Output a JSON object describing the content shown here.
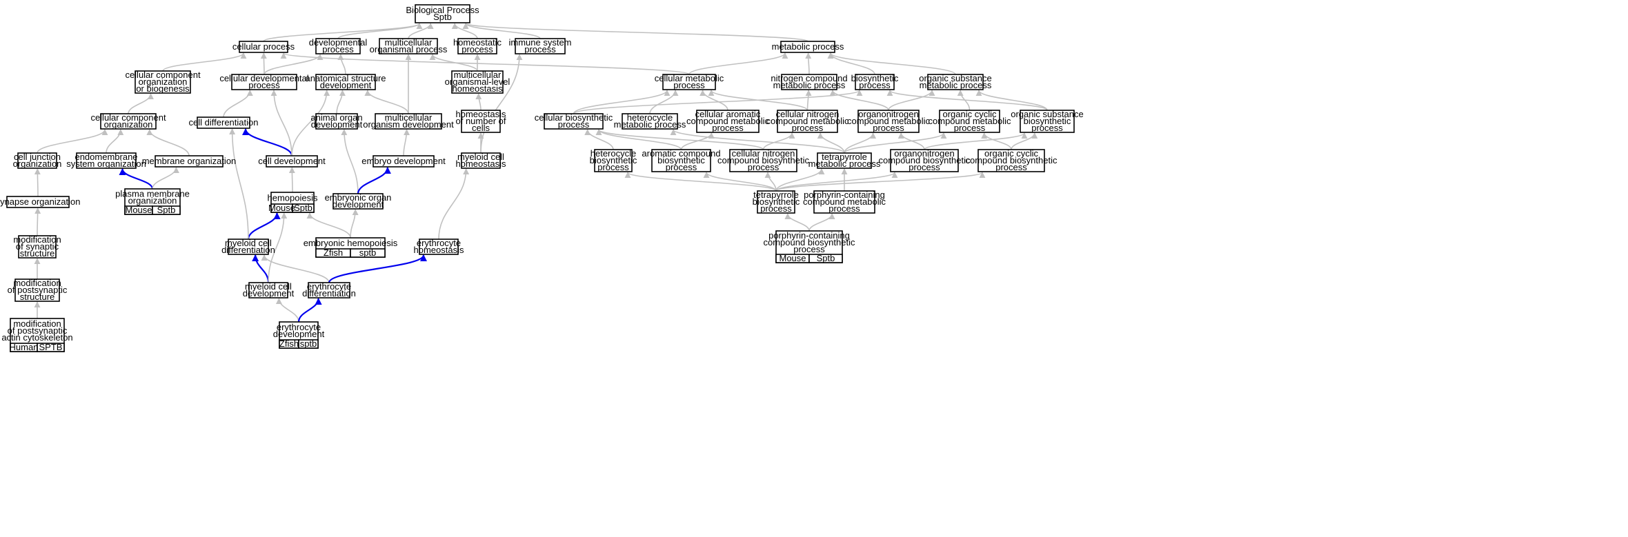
{
  "colors": {
    "edge": "#c0c0c0",
    "highlight_edge": "#0000ee",
    "human": "#f36047",
    "mouse": "#add8e6",
    "zfish": "#6495ed"
  },
  "nodes": [
    {
      "id": "bp",
      "lines": [
        "Biological Process",
        "Sptb"
      ]
    },
    {
      "id": "cellular_process",
      "lines": [
        "cellular process"
      ]
    },
    {
      "id": "developmental_process",
      "lines": [
        "developmental",
        "process"
      ]
    },
    {
      "id": "multicellular_organismal_process",
      "lines": [
        "multicellular",
        "organismal process"
      ]
    },
    {
      "id": "homeostatic_process",
      "lines": [
        "homeostatic",
        "process"
      ]
    },
    {
      "id": "immune_system_process",
      "lines": [
        "immune system",
        "process"
      ]
    },
    {
      "id": "metabolic_process",
      "lines": [
        "metabolic process"
      ]
    },
    {
      "id": "ccob",
      "lines": [
        "cellular component",
        "organization",
        "or biogenesis"
      ]
    },
    {
      "id": "cellular_developmental_process",
      "lines": [
        "cellular developmental",
        "process"
      ]
    },
    {
      "id": "anatomical_structure_development",
      "lines": [
        "anatomical structure",
        "development"
      ]
    },
    {
      "id": "multicellular_organismal_homeostasis",
      "lines": [
        "multicellular",
        "organismal-level",
        "homeostasis"
      ]
    },
    {
      "id": "cellular_metabolic_process",
      "lines": [
        "cellular metabolic",
        "process"
      ]
    },
    {
      "id": "nitrogen_compound_metabolic_process",
      "lines": [
        "nitrogen compound",
        "metabolic process"
      ]
    },
    {
      "id": "biosynthetic_process",
      "lines": [
        "biosynthetic",
        "process"
      ]
    },
    {
      "id": "organic_substance_metabolic_process",
      "lines": [
        "organic substance",
        "metabolic process"
      ]
    },
    {
      "id": "cellular_component_organization",
      "lines": [
        "cellular component",
        "organization"
      ]
    },
    {
      "id": "cell_differentiation",
      "lines": [
        "cell differentiation"
      ]
    },
    {
      "id": "animal_organ_development",
      "lines": [
        "animal organ",
        "development"
      ]
    },
    {
      "id": "multicellular_organism_development",
      "lines": [
        "multicellular",
        "organism development"
      ]
    },
    {
      "id": "homeostasis_of_number_of_cells",
      "lines": [
        "homeostasis",
        "of number of",
        "cells"
      ]
    },
    {
      "id": "cellular_biosynthetic_process",
      "lines": [
        "cellular biosynthetic",
        "process"
      ]
    },
    {
      "id": "heterocycle_metabolic_process",
      "lines": [
        "heterocycle",
        "metabolic process"
      ]
    },
    {
      "id": "cellular_aromatic_compound_metabolic_process",
      "lines": [
        "cellular aromatic",
        "compound metabolic",
        "process"
      ]
    },
    {
      "id": "cellular_nitrogen_compound_metabolic_process",
      "lines": [
        "cellular nitrogen",
        "compound metabolic",
        "process"
      ]
    },
    {
      "id": "organonitrogen_compound_metabolic_process",
      "lines": [
        "organonitrogen",
        "compound metabolic",
        "process"
      ]
    },
    {
      "id": "organic_cyclic_compound_metabolic_process",
      "lines": [
        "organic cyclic",
        "compound metabolic",
        "process"
      ]
    },
    {
      "id": "organic_substance_biosynthetic_process",
      "lines": [
        "organic substance",
        "biosynthetic",
        "process"
      ]
    },
    {
      "id": "cell_junction_organization",
      "lines": [
        "cell junction",
        "organization"
      ]
    },
    {
      "id": "endomembrane_system_organization",
      "lines": [
        "endomembrane",
        "system organization"
      ]
    },
    {
      "id": "membrane_organization",
      "lines": [
        "membrane organization"
      ]
    },
    {
      "id": "cell_development",
      "lines": [
        "cell development"
      ]
    },
    {
      "id": "embryo_development",
      "lines": [
        "embryo development"
      ]
    },
    {
      "id": "myeloid_cell_homeostasis",
      "lines": [
        "myeloid cell",
        "homeostasis"
      ]
    },
    {
      "id": "heterocycle_biosynthetic_process",
      "lines": [
        "heterocycle",
        "biosynthetic",
        "process"
      ]
    },
    {
      "id": "aromatic_compound_biosynthetic_process",
      "lines": [
        "aromatic compound",
        "biosynthetic",
        "process"
      ]
    },
    {
      "id": "cellular_nitrogen_compound_biosynthetic_process",
      "lines": [
        "cellular nitrogen",
        "compound biosynthetic",
        "process"
      ]
    },
    {
      "id": "tetrapyrrole_metabolic_process",
      "lines": [
        "tetrapyrrole",
        "metabolic process"
      ]
    },
    {
      "id": "organonitrogen_compound_biosynthetic_process",
      "lines": [
        "organonitrogen",
        "compound biosynthetic",
        "process"
      ]
    },
    {
      "id": "organic_cyclic_compound_biosynthetic_process",
      "lines": [
        "organic cyclic",
        "compound biosynthetic",
        "process"
      ]
    },
    {
      "id": "synapse_organization",
      "lines": [
        "synapse organization"
      ]
    },
    {
      "id": "plasma_membrane_organization",
      "lines": [
        "plasma membrane",
        "organization"
      ],
      "annotation": [
        "Mouse",
        "Sptb"
      ],
      "species": "mouse"
    },
    {
      "id": "hemopoiesis",
      "lines": [
        "hemopoiesis"
      ],
      "annotation": [
        "Mouse",
        "Sptb"
      ],
      "species": "mouse"
    },
    {
      "id": "embryonic_organ_development",
      "lines": [
        "embryonic organ",
        "development"
      ]
    },
    {
      "id": "tetrapyrrole_biosynthetic_process",
      "lines": [
        "tetrapyrrole",
        "biosynthetic",
        "process"
      ]
    },
    {
      "id": "porphyrin_containing_compound_metabolic_process",
      "lines": [
        "porphyrin-containing",
        "compound metabolic",
        "process"
      ]
    },
    {
      "id": "modification_of_synaptic_structure",
      "lines": [
        "modification",
        "of synaptic",
        "structure"
      ]
    },
    {
      "id": "myeloid_cell_differentiation",
      "lines": [
        "myeloid cell",
        "differentiation"
      ]
    },
    {
      "id": "embryonic_hemopoiesis",
      "lines": [
        "embryonic hemopoiesis"
      ],
      "annotation": [
        "Zfish",
        "sptb"
      ],
      "species": "zfish"
    },
    {
      "id": "erythrocyte_homeostasis",
      "lines": [
        "erythrocyte",
        "homeostasis"
      ]
    },
    {
      "id": "porphyrin_containing_compound_biosynthetic_process",
      "lines": [
        "porphyrin-containing",
        "compound biosynthetic",
        "process"
      ],
      "annotation": [
        "Mouse",
        "Sptb"
      ],
      "species": "mouse"
    },
    {
      "id": "modification_of_postsynaptic_structure",
      "lines": [
        "modification",
        "of postsynaptic",
        "structure"
      ]
    },
    {
      "id": "myeloid_cell_development",
      "lines": [
        "myeloid cell",
        "development"
      ]
    },
    {
      "id": "erythrocyte_differentiation",
      "lines": [
        "erythrocyte",
        "differentiation"
      ]
    },
    {
      "id": "modification_of_postsynaptic_actin_cytoskeleton",
      "lines": [
        "modification",
        "of postsynaptic",
        "actin cytoskeleton"
      ],
      "annotation": [
        "Human",
        "SPTB"
      ],
      "species": "human"
    },
    {
      "id": "erythrocyte_development",
      "lines": [
        "erythrocyte",
        "development"
      ],
      "annotation": [
        "Zfish",
        "sptb"
      ],
      "species": "zfish"
    }
  ],
  "edges": [
    {
      "from": "cellular_process",
      "to": "bp"
    },
    {
      "from": "developmental_process",
      "to": "bp"
    },
    {
      "from": "multicellular_organismal_process",
      "to": "bp"
    },
    {
      "from": "homeostatic_process",
      "to": "bp"
    },
    {
      "from": "immune_system_process",
      "to": "bp"
    },
    {
      "from": "metabolic_process",
      "to": "bp"
    },
    {
      "from": "ccob",
      "to": "cellular_process"
    },
    {
      "from": "cellular_developmental_process",
      "to": "cellular_process"
    },
    {
      "from": "cellular_developmental_process",
      "to": "developmental_process"
    },
    {
      "from": "anatomical_structure_development",
      "to": "developmental_process"
    },
    {
      "from": "cellular_metabolic_process",
      "to": "cellular_process"
    },
    {
      "from": "cellular_metabolic_process",
      "to": "metabolic_process"
    },
    {
      "from": "multicellular_organismal_homeostasis",
      "to": "homeostatic_process"
    },
    {
      "from": "multicellular_organismal_homeostasis",
      "to": "multicellular_organismal_process"
    },
    {
      "from": "nitrogen_compound_metabolic_process",
      "to": "metabolic_process"
    },
    {
      "from": "biosynthetic_process",
      "to": "metabolic_process"
    },
    {
      "from": "organic_substance_metabolic_process",
      "to": "metabolic_process"
    },
    {
      "from": "cellular_component_organization",
      "to": "ccob"
    },
    {
      "from": "cell_differentiation",
      "to": "cellular_developmental_process"
    },
    {
      "from": "animal_organ_development",
      "to": "anatomical_structure_development"
    },
    {
      "from": "multicellular_organism_development",
      "to": "anatomical_structure_development"
    },
    {
      "from": "multicellular_organism_development",
      "to": "multicellular_organismal_process"
    },
    {
      "from": "homeostasis_of_number_of_cells",
      "to": "multicellular_organismal_homeostasis"
    },
    {
      "from": "cellular_biosynthetic_process",
      "to": "cellular_metabolic_process"
    },
    {
      "from": "cellular_biosynthetic_process",
      "to": "biosynthetic_process"
    },
    {
      "from": "heterocycle_metabolic_process",
      "to": "cellular_metabolic_process"
    },
    {
      "from": "cellular_aromatic_compound_metabolic_process",
      "to": "cellular_metabolic_process"
    },
    {
      "from": "cellular_nitrogen_compound_metabolic_process",
      "to": "cellular_metabolic_process"
    },
    {
      "from": "cellular_nitrogen_compound_metabolic_process",
      "to": "nitrogen_compound_metabolic_process"
    },
    {
      "from": "organonitrogen_compound_metabolic_process",
      "to": "nitrogen_compound_metabolic_process"
    },
    {
      "from": "organonitrogen_compound_metabolic_process",
      "to": "organic_substance_metabolic_process"
    },
    {
      "from": "organic_cyclic_compound_metabolic_process",
      "to": "organic_substance_metabolic_process"
    },
    {
      "from": "organic_substance_biosynthetic_process",
      "to": "organic_substance_metabolic_process"
    },
    {
      "from": "organic_substance_biosynthetic_process",
      "to": "biosynthetic_process"
    },
    {
      "from": "cell_junction_organization",
      "to": "cellular_component_organization"
    },
    {
      "from": "endomembrane_system_organization",
      "to": "cellular_component_organization"
    },
    {
      "from": "membrane_organization",
      "to": "cellular_component_organization"
    },
    {
      "from": "cell_development",
      "to": "cell_differentiation",
      "hl": true
    },
    {
      "from": "cell_development",
      "to": "cellular_developmental_process"
    },
    {
      "from": "cell_development",
      "to": "anatomical_structure_development"
    },
    {
      "from": "embryo_development",
      "to": "multicellular_organism_development"
    },
    {
      "from": "myeloid_cell_homeostasis",
      "to": "homeostasis_of_number_of_cells"
    },
    {
      "from": "myeloid_cell_homeostasis",
      "to": "immune_system_process"
    },
    {
      "from": "heterocycle_biosynthetic_process",
      "to": "cellular_biosynthetic_process"
    },
    {
      "from": "aromatic_compound_biosynthetic_process",
      "to": "cellular_biosynthetic_process"
    },
    {
      "from": "aromatic_compound_biosynthetic_process",
      "to": "cellular_aromatic_compound_metabolic_process"
    },
    {
      "from": "cellular_nitrogen_compound_biosynthetic_process",
      "to": "cellular_biosynthetic_process"
    },
    {
      "from": "cellular_nitrogen_compound_biosynthetic_process",
      "to": "cellular_nitrogen_compound_metabolic_process"
    },
    {
      "from": "tetrapyrrole_metabolic_process",
      "to": "heterocycle_metabolic_process"
    },
    {
      "from": "tetrapyrrole_metabolic_process",
      "to": "organonitrogen_compound_metabolic_process"
    },
    {
      "from": "tetrapyrrole_metabolic_process",
      "to": "cellular_nitrogen_compound_metabolic_process"
    },
    {
      "from": "tetrapyrrole_metabolic_process",
      "to": "organic_cyclic_compound_metabolic_process"
    },
    {
      "from": "organonitrogen_compound_biosynthetic_process",
      "to": "organonitrogen_compound_metabolic_process"
    },
    {
      "from": "organonitrogen_compound_biosynthetic_process",
      "to": "organic_substance_biosynthetic_process"
    },
    {
      "from": "organic_cyclic_compound_biosynthetic_process",
      "to": "organic_cyclic_compound_metabolic_process"
    },
    {
      "from": "organic_cyclic_compound_biosynthetic_process",
      "to": "organic_substance_biosynthetic_process"
    },
    {
      "from": "synapse_organization",
      "to": "cell_junction_organization"
    },
    {
      "from": "plasma_membrane_organization",
      "to": "endomembrane_system_organization",
      "hl": true
    },
    {
      "from": "plasma_membrane_organization",
      "to": "membrane_organization"
    },
    {
      "from": "hemopoiesis",
      "to": "cell_development"
    },
    {
      "from": "embryonic_organ_development",
      "to": "animal_organ_development"
    },
    {
      "from": "embryonic_organ_development",
      "to": "embryo_development",
      "hl": true
    },
    {
      "from": "tetrapyrrole_biosynthetic_process",
      "to": "tetrapyrrole_metabolic_process"
    },
    {
      "from": "tetrapyrrole_biosynthetic_process",
      "to": "heterocycle_biosynthetic_process"
    },
    {
      "from": "tetrapyrrole_biosynthetic_process",
      "to": "aromatic_compound_biosynthetic_process"
    },
    {
      "from": "tetrapyrrole_biosynthetic_process",
      "to": "cellular_nitrogen_compound_biosynthetic_process"
    },
    {
      "from": "tetrapyrrole_biosynthetic_process",
      "to": "organonitrogen_compound_biosynthetic_process"
    },
    {
      "from": "tetrapyrrole_biosynthetic_process",
      "to": "organic_cyclic_compound_biosynthetic_process"
    },
    {
      "from": "porphyrin_containing_compound_metabolic_process",
      "to": "tetrapyrrole_metabolic_process"
    },
    {
      "from": "modification_of_synaptic_structure",
      "to": "synapse_organization"
    },
    {
      "from": "myeloid_cell_differentiation",
      "to": "hemopoiesis",
      "hl": true
    },
    {
      "from": "myeloid_cell_differentiation",
      "to": "cell_differentiation"
    },
    {
      "from": "embryonic_hemopoiesis",
      "to": "hemopoiesis"
    },
    {
      "from": "embryonic_hemopoiesis",
      "to": "embryonic_organ_development"
    },
    {
      "from": "erythrocyte_homeostasis",
      "to": "myeloid_cell_homeostasis"
    },
    {
      "from": "porphyrin_containing_compound_biosynthetic_process",
      "to": "tetrapyrrole_biosynthetic_process"
    },
    {
      "from": "porphyrin_containing_compound_biosynthetic_process",
      "to": "porphyrin_containing_compound_metabolic_process"
    },
    {
      "from": "modification_of_postsynaptic_structure",
      "to": "modification_of_synaptic_structure"
    },
    {
      "from": "myeloid_cell_development",
      "to": "myeloid_cell_differentiation",
      "hl": true
    },
    {
      "from": "myeloid_cell_development",
      "to": "hemopoiesis"
    },
    {
      "from": "erythrocyte_differentiation",
      "to": "myeloid_cell_differentiation"
    },
    {
      "from": "erythrocyte_differentiation",
      "to": "erythrocyte_homeostasis",
      "hl": true
    },
    {
      "from": "modification_of_postsynaptic_actin_cytoskeleton",
      "to": "modification_of_postsynaptic_structure"
    },
    {
      "from": "erythrocyte_development",
      "to": "myeloid_cell_development"
    },
    {
      "from": "erythrocyte_development",
      "to": "erythrocyte_differentiation",
      "hl": true
    }
  ]
}
